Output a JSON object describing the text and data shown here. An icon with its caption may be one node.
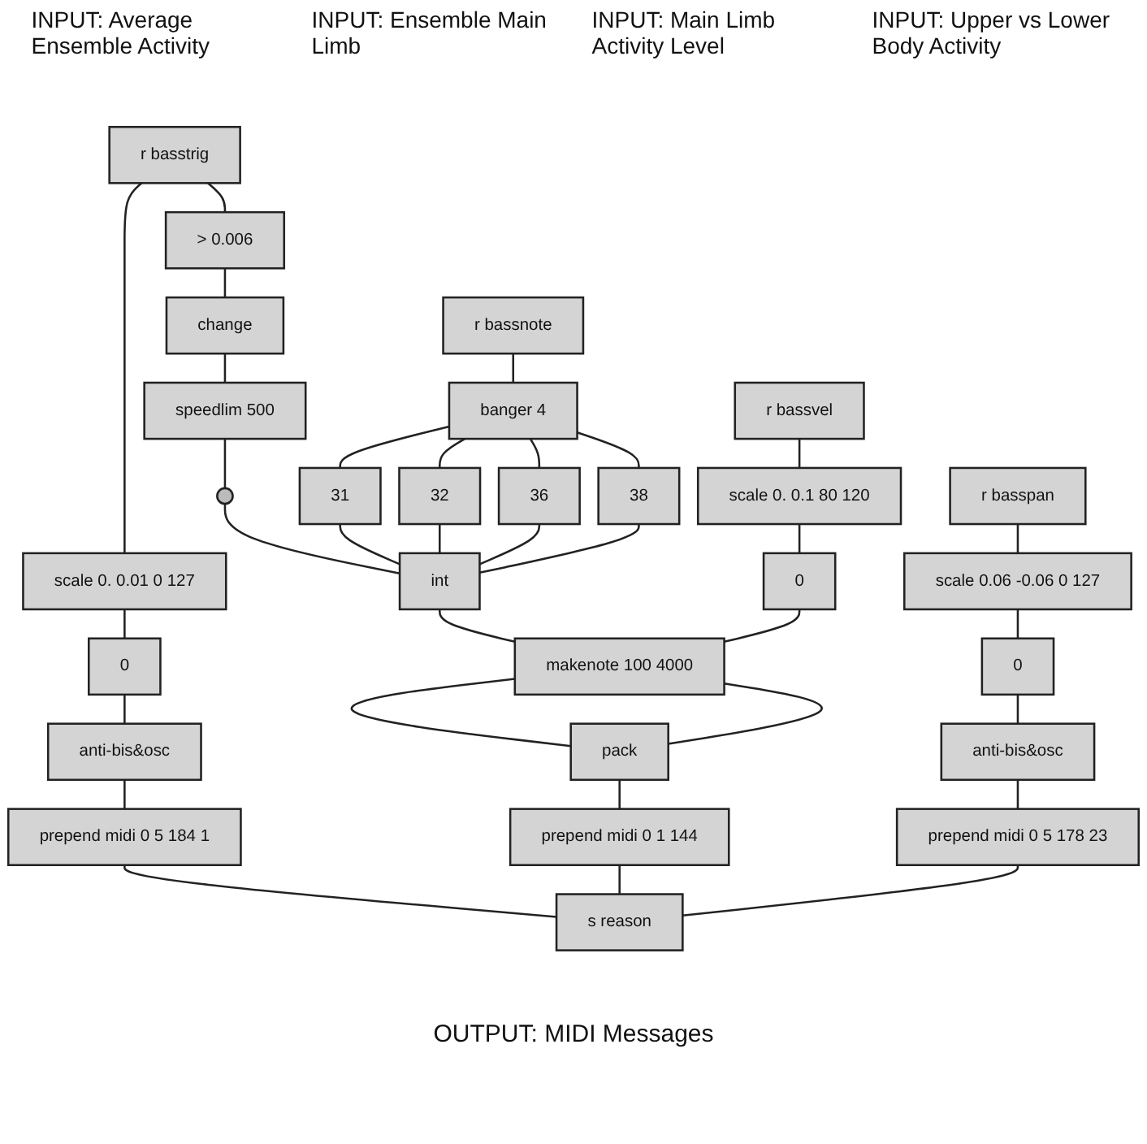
{
  "diagram": {
    "nodes": [
      {
        "text": [
          "r basstrig"
        ]
      },
      {
        "text": [
          "r bassnote"
        ]
      },
      {
        "text": [
          "r bassvel"
        ]
      },
      {
        "text": [
          "r basspan"
        ]
      },
      {
        "text": [
          "> 0.006"
        ]
      },
      {
        "text": [
          "change"
        ]
      },
      {
        "text": [
          "speedlim 500"
        ]
      },
      {
        "text": [
          "banger 4"
        ]
      },
      {
        "text": [
          "31"
        ]
      },
      {
        "text": [
          "32"
        ]
      },
      {
        "text": [
          "36"
        ]
      },
      {
        "text": [
          "38"
        ]
      },
      {
        "text": [],
        "shape": "circle"
      },
      {
        "text": [
          "int"
        ]
      },
      {
        "text": [
          "scale 0. 0.1 80 120"
        ]
      },
      {
        "text": [
          "scale 0.06 -0.06 0 127"
        ]
      },
      {
        "text": [
          "0"
        ]
      },
      {
        "text": [
          "0"
        ]
      },
      {
        "text": [
          "anti-bis&osc"
        ]
      },
      {
        "text": [
          "scale 0. 0.01 0 127"
        ]
      },
      {
        "text": [
          "0"
        ]
      },
      {
        "text": [
          "makenote 100 4000"
        ]
      },
      {
        "text": [
          "anti-bis&osc"
        ]
      },
      {
        "text": [
          "pack"
        ]
      },
      {
        "text": [
          "prepend midi 0 5 184 1"
        ]
      },
      {
        "text": [
          "prepend midi 0 1 144"
        ]
      },
      {
        "text": [
          "prepend midi 0 5 178 23"
        ]
      },
      {
        "text": [
          "s reason"
        ]
      }
    ],
    "edges": [
      {
        "from": 0,
        "to": 4,
        "arrow": "none"
      },
      {
        "from": 0,
        "to": 19,
        "arrow": "none"
      },
      {
        "from": 4,
        "to": 5,
        "arrow": "none"
      },
      {
        "from": 5,
        "to": 6,
        "arrow": "none"
      },
      {
        "from": 6,
        "to": 12,
        "arrow": "none"
      },
      {
        "from": 12,
        "to": 13,
        "arrow": "none"
      },
      {
        "from": 1,
        "to": 7,
        "arrow": "none"
      },
      {
        "from": 7,
        "to": 8,
        "arrow": "none"
      },
      {
        "from": 7,
        "to": 9,
        "arrow": "none"
      },
      {
        "from": 7,
        "to": 10,
        "arrow": "none"
      },
      {
        "from": 7,
        "to": 11,
        "arrow": "none"
      },
      {
        "from": 8,
        "to": 13,
        "arrow": "none"
      },
      {
        "from": 9,
        "to": 13,
        "arrow": "none"
      },
      {
        "from": 10,
        "to": 13,
        "arrow": "none"
      },
      {
        "from": 11,
        "to": 13,
        "arrow": "none"
      },
      {
        "from": 13,
        "to": 21,
        "arrow": "none"
      },
      {
        "from": 2,
        "to": 14,
        "arrow": "none"
      },
      {
        "from": 14,
        "to": 16,
        "arrow": "none"
      },
      {
        "from": 16,
        "to": 21,
        "arrow": "none"
      },
      {
        "from": 3,
        "to": 15,
        "arrow": "none"
      },
      {
        "from": 15,
        "to": 17,
        "arrow": "none"
      },
      {
        "from": 17,
        "to": 18,
        "arrow": "none"
      },
      {
        "from": 18,
        "to": 26,
        "arrow": "none"
      },
      {
        "from": 19,
        "to": 20,
        "arrow": "none"
      },
      {
        "from": 20,
        "to": 22,
        "arrow": "none"
      },
      {
        "from": 22,
        "to": 24,
        "arrow": "none"
      },
      {
        "from": 21,
        "to": 23,
        "arrow": "none"
      },
      {
        "from": 21,
        "to": 23,
        "arrow": "none"
      },
      {
        "from": 23,
        "to": 25,
        "arrow": "none"
      },
      {
        "from": 24,
        "to": 27,
        "arrow": "none"
      },
      {
        "from": 25,
        "to": 27,
        "arrow": "none"
      },
      {
        "from": 26,
        "to": 27,
        "arrow": "none"
      }
    ],
    "labels": [
      "INPUT: Average Ensemble Activity",
      "INPUT: Ensemble Main Limb",
      "INPUT: Main Limb Activity Level",
      "INPUT: Upper vs Lower Body Activity",
      "OUTPUT: MIDI Messages"
    ]
  }
}
